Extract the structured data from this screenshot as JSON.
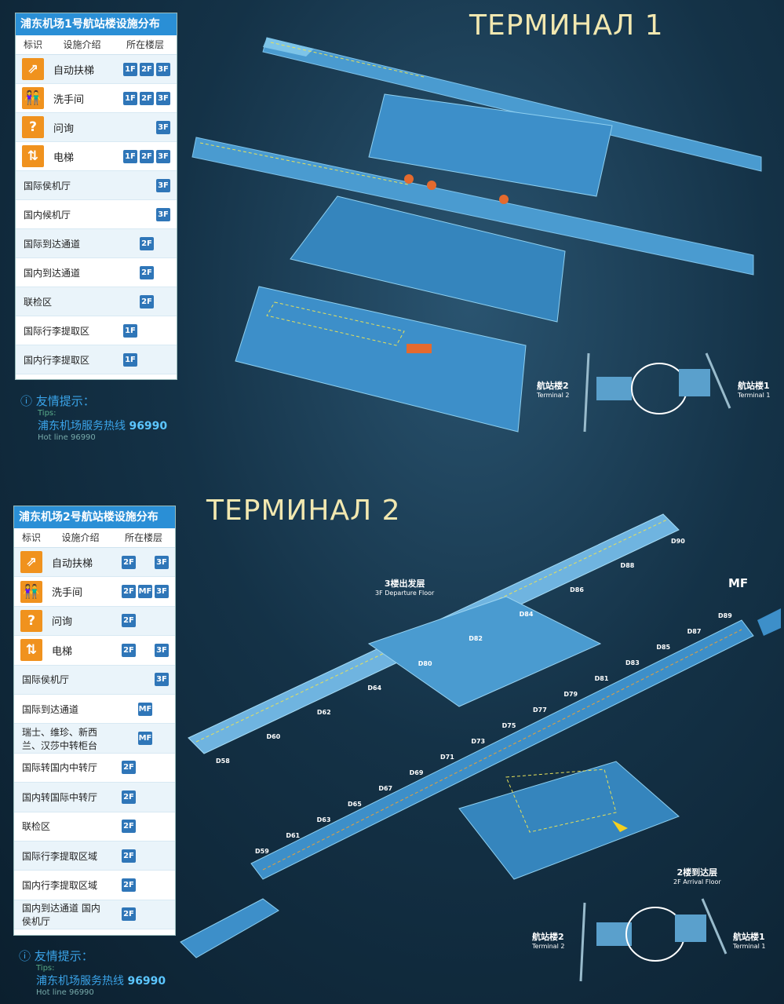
{
  "terminal1": {
    "title": "ТЕРМИНАЛ 1",
    "panel_title": "浦东机场1号航站楼设施分布",
    "headers": [
      "标识",
      "设施介绍",
      "所在楼层"
    ],
    "rows": [
      {
        "icon": "escalator-icon",
        "glyph": "⇗",
        "label": "自动扶梯",
        "floors": [
          "1F",
          "2F",
          "3F"
        ]
      },
      {
        "icon": "restroom-icon",
        "glyph": "👫",
        "label": "洗手间",
        "floors": [
          "1F",
          "2F",
          "3F"
        ]
      },
      {
        "icon": "question-icon",
        "glyph": "?",
        "label": "问询",
        "floors": [
          "",
          "",
          "3F"
        ]
      },
      {
        "icon": "elevator-icon",
        "glyph": "⇅",
        "label": "电梯",
        "floors": [
          "1F",
          "2F",
          "3F"
        ]
      },
      {
        "icon": "",
        "glyph": "",
        "label": "国际侯机厅",
        "floors": [
          "",
          "",
          "3F"
        ]
      },
      {
        "icon": "",
        "glyph": "",
        "label": "国内候机厅",
        "floors": [
          "",
          "",
          "3F"
        ]
      },
      {
        "icon": "",
        "glyph": "",
        "label": "国际到达通道",
        "floors": [
          "",
          "2F",
          ""
        ]
      },
      {
        "icon": "",
        "glyph": "",
        "label": "国内到达通道",
        "floors": [
          "",
          "2F",
          ""
        ]
      },
      {
        "icon": "",
        "glyph": "",
        "label": "联检区",
        "floors": [
          "",
          "2F",
          ""
        ]
      },
      {
        "icon": "",
        "glyph": "",
        "label": "国际行李提取区",
        "floors": [
          "1F",
          "",
          ""
        ]
      },
      {
        "icon": "",
        "glyph": "",
        "label": "国内行李提取区",
        "floors": [
          "1F",
          "",
          ""
        ]
      }
    ],
    "tips": {
      "label": "友情提示：",
      "label_en": "Tips:",
      "hotline_text": "浦东机场服务热线",
      "hotline_number": "96990",
      "hotline_en": "Hot line 96990"
    },
    "inset": {
      "t2_cn": "航站楼2",
      "t2_en": "Terminal 2",
      "t1_cn": "航站楼1",
      "t1_en": "Terminal 1"
    }
  },
  "terminal2": {
    "title": "ТЕРМИНАЛ 2",
    "panel_title": "浦东机场2号航站楼设施分布",
    "headers": [
      "标识",
      "设施介绍",
      "所在楼层"
    ],
    "rows": [
      {
        "icon": "escalator-icon",
        "glyph": "⇗",
        "label": "自动扶梯",
        "floors": [
          "2F",
          "",
          "3F"
        ]
      },
      {
        "icon": "restroom-icon",
        "glyph": "👫",
        "label": "洗手间",
        "floors": [
          "2F",
          "MF",
          "3F"
        ]
      },
      {
        "icon": "question-icon",
        "glyph": "?",
        "label": "问询",
        "floors": [
          "2F",
          "",
          ""
        ]
      },
      {
        "icon": "elevator-icon",
        "glyph": "⇅",
        "label": "电梯",
        "floors": [
          "2F",
          "",
          "3F"
        ]
      },
      {
        "icon": "",
        "glyph": "",
        "label": "国际侯机厅",
        "floors": [
          "",
          "",
          "3F"
        ]
      },
      {
        "icon": "",
        "glyph": "",
        "label": "国际到达通道",
        "floors": [
          "",
          "MF",
          ""
        ]
      },
      {
        "icon": "",
        "glyph": "",
        "label": "瑞士、维珍、新西兰、汉莎中转柜台",
        "floors": [
          "",
          "MF",
          ""
        ]
      },
      {
        "icon": "",
        "glyph": "",
        "label": "国际转国内中转厅",
        "floors": [
          "2F",
          "",
          ""
        ]
      },
      {
        "icon": "",
        "glyph": "",
        "label": "国内转国际中转厅",
        "floors": [
          "2F",
          "",
          ""
        ]
      },
      {
        "icon": "",
        "glyph": "",
        "label": "联检区",
        "floors": [
          "2F",
          "",
          ""
        ]
      },
      {
        "icon": "",
        "glyph": "",
        "label": "国际行李提取区域",
        "floors": [
          "2F",
          "",
          ""
        ]
      },
      {
        "icon": "",
        "glyph": "",
        "label": "国内行李提取区域",
        "floors": [
          "2F",
          "",
          ""
        ]
      },
      {
        "icon": "",
        "glyph": "",
        "label": "国内到达通道 国内侯机厅",
        "floors": [
          "2F",
          "",
          ""
        ]
      }
    ],
    "tips": {
      "label": "友情提示：",
      "label_en": "Tips:",
      "hotline_text": "浦东机场服务热线",
      "hotline_number": "96990",
      "hotline_en": "Hot line 96990"
    },
    "floor_labels": {
      "departure_cn": "3楼出发层",
      "departure_en": "3F Departure Floor",
      "arrival_cn": "2楼到达层",
      "arrival_en": "2F Arrival Floor",
      "mf": "MF"
    },
    "gates_top": [
      "D59",
      "D61",
      "D63",
      "D65",
      "D67",
      "D69",
      "D71",
      "D73",
      "D75",
      "D77",
      "D79",
      "D81",
      "D83",
      "D85",
      "D87",
      "D89"
    ],
    "gates_bottom": [
      "D58",
      "D60",
      "D62",
      "D64",
      "D80",
      "D82",
      "D84",
      "D86",
      "D88",
      "D90"
    ],
    "inset": {
      "t2_cn": "航站楼2",
      "t2_en": "Terminal 2",
      "t1_cn": "航站楼1",
      "t1_en": "Terminal 1"
    }
  },
  "colors": {
    "panel_header": "#2a8fd6",
    "icon_orange": "#f0921e",
    "floor_badge": "#2f76b8",
    "title": "#f2e8b0",
    "map_blue": "#3d8fc9"
  }
}
